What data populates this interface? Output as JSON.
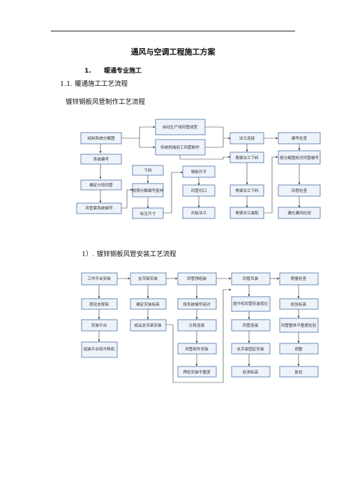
{
  "header": {
    "title": "通风与空调工程施工方案"
  },
  "section1": {
    "number": "1.",
    "title": "暖通专业施工"
  },
  "section1_1": {
    "title": "1.1. 暖通施工工艺流程"
  },
  "flow1": {
    "caption": "镀锌钢板风管制作工艺流程",
    "boxes": {
      "b1": "绘制系统分解图",
      "b2": "系统编号",
      "b3": "确定分段风管",
      "b4": "风管套系统编号",
      "b5": "自动生产线风管成型",
      "b6": "传统机械加工风管制作",
      "b7": "下料",
      "b8": "按照分解编号复样",
      "b9": "标注尺寸",
      "b10": "钢板开平",
      "b11": "风管切口",
      "b12": "共板法兰",
      "b13": "法兰连接",
      "b14": "角钢法兰下料",
      "b15": "角钢法兰下料",
      "b16": "角钢法兰装配",
      "b17": "编号检查",
      "b18": "按分解图核对风管编号",
      "b19": "风管检查",
      "b20": "漏光漏风检测"
    }
  },
  "flow2": {
    "caption": "1）.   镀锌钢板风管安装工艺流程",
    "boxes": {
      "c1": "工作平台安装",
      "c2": "搭设支撑架",
      "c3": "安装平台",
      "c4": "组装平台和升降机",
      "c5": "支吊架安装",
      "c6": "确定安装标高",
      "c7": "成品支吊架安装",
      "c8": "风管预组装",
      "c9": "按系统编号组对",
      "c10": "分段连接",
      "c11": "风管部件安装",
      "c12": "预检安装平整度",
      "c13": "风管吊装",
      "c14": "提升机风管安装就位",
      "c15": "风管连接",
      "c16": "支吊架固定安装",
      "c17": "检测标高",
      "c18": "质量检查",
      "c19": "检验标高",
      "c20": "风管整体平整度检验",
      "c21": "调整",
      "c22": "复检"
    }
  }
}
